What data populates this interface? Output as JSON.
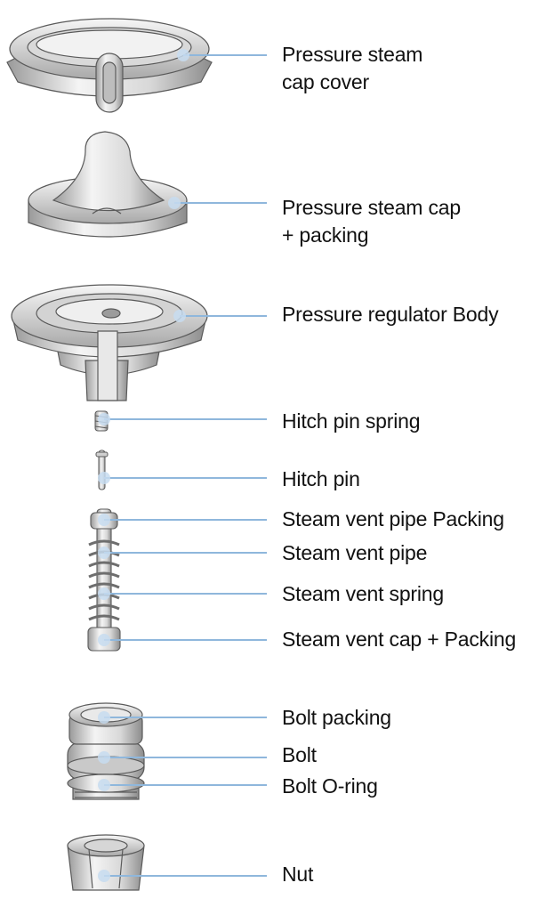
{
  "colors": {
    "leader_line": "#8fb7dc",
    "dot": "#c7dcf0",
    "part_light": "#f1f1f1",
    "part_mid": "#cfcfcf",
    "part_dark": "#8a8a8a",
    "outline": "#5a5a5a"
  },
  "parts": [
    {
      "id": "cap-cover",
      "label": "Pressure steam\ncap cover"
    },
    {
      "id": "steam-cap",
      "label": "Pressure steam cap\n+ packing"
    },
    {
      "id": "regulator-body",
      "label": "Pressure regulator Body"
    },
    {
      "id": "hitch-pin-spring",
      "label": "Hitch pin spring"
    },
    {
      "id": "hitch-pin",
      "label": "Hitch pin"
    },
    {
      "id": "vent-pipe-packing",
      "label": "Steam vent pipe Packing"
    },
    {
      "id": "vent-pipe",
      "label": "Steam vent pipe"
    },
    {
      "id": "vent-spring",
      "label": "Steam vent spring"
    },
    {
      "id": "vent-cap",
      "label": "Steam vent cap + Packing"
    },
    {
      "id": "bolt-packing",
      "label": "Bolt packing"
    },
    {
      "id": "bolt",
      "label": "Bolt"
    },
    {
      "id": "bolt-oring",
      "label": "Bolt O-ring"
    },
    {
      "id": "nut",
      "label": "Nut"
    }
  ]
}
